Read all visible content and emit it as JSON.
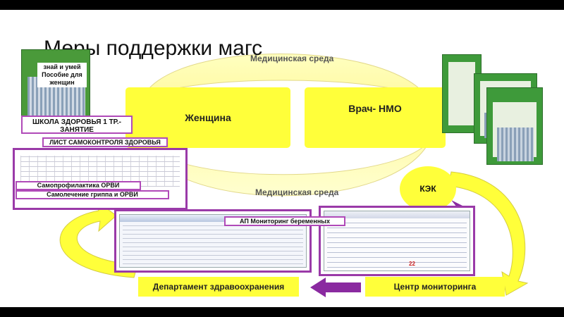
{
  "slide": {
    "title": "Меры поддержки магс",
    "nodes": {
      "woman": "Женщина",
      "doctor": "Врач- НМО",
      "env_top": "Медицинская среда",
      "env_bottom": "Медицинская среда",
      "kek": "КЭК",
      "monitoring_center": "Центр мониторинга",
      "health_dept": "Департамент здравоохранения",
      "ap_monitoring": "АП Мониторинг беременных"
    },
    "left_labels": {
      "know_line1": "знай и умей",
      "know_line2": "Пособие для",
      "know_line3": "женщин",
      "school": "ШКОЛА ЗДОРОВЬЯ 1 ТР.- ЗАНЯТИЕ",
      "selfcontrol": "ЛИСТ САМОКОНТРОЛЯ ЗДОРОВЬЯ",
      "arvi_prev": "Самопрофилактика ОРВИ",
      "arvi_self": "Самолечение гриппа и ОРВИ"
    },
    "monitor_number": "22",
    "colors": {
      "yellow": "#ffff3a",
      "purple": "#9a3aa8",
      "arrow_purple": "#8a2aa0",
      "book_green": "#3e9a3a"
    }
  }
}
